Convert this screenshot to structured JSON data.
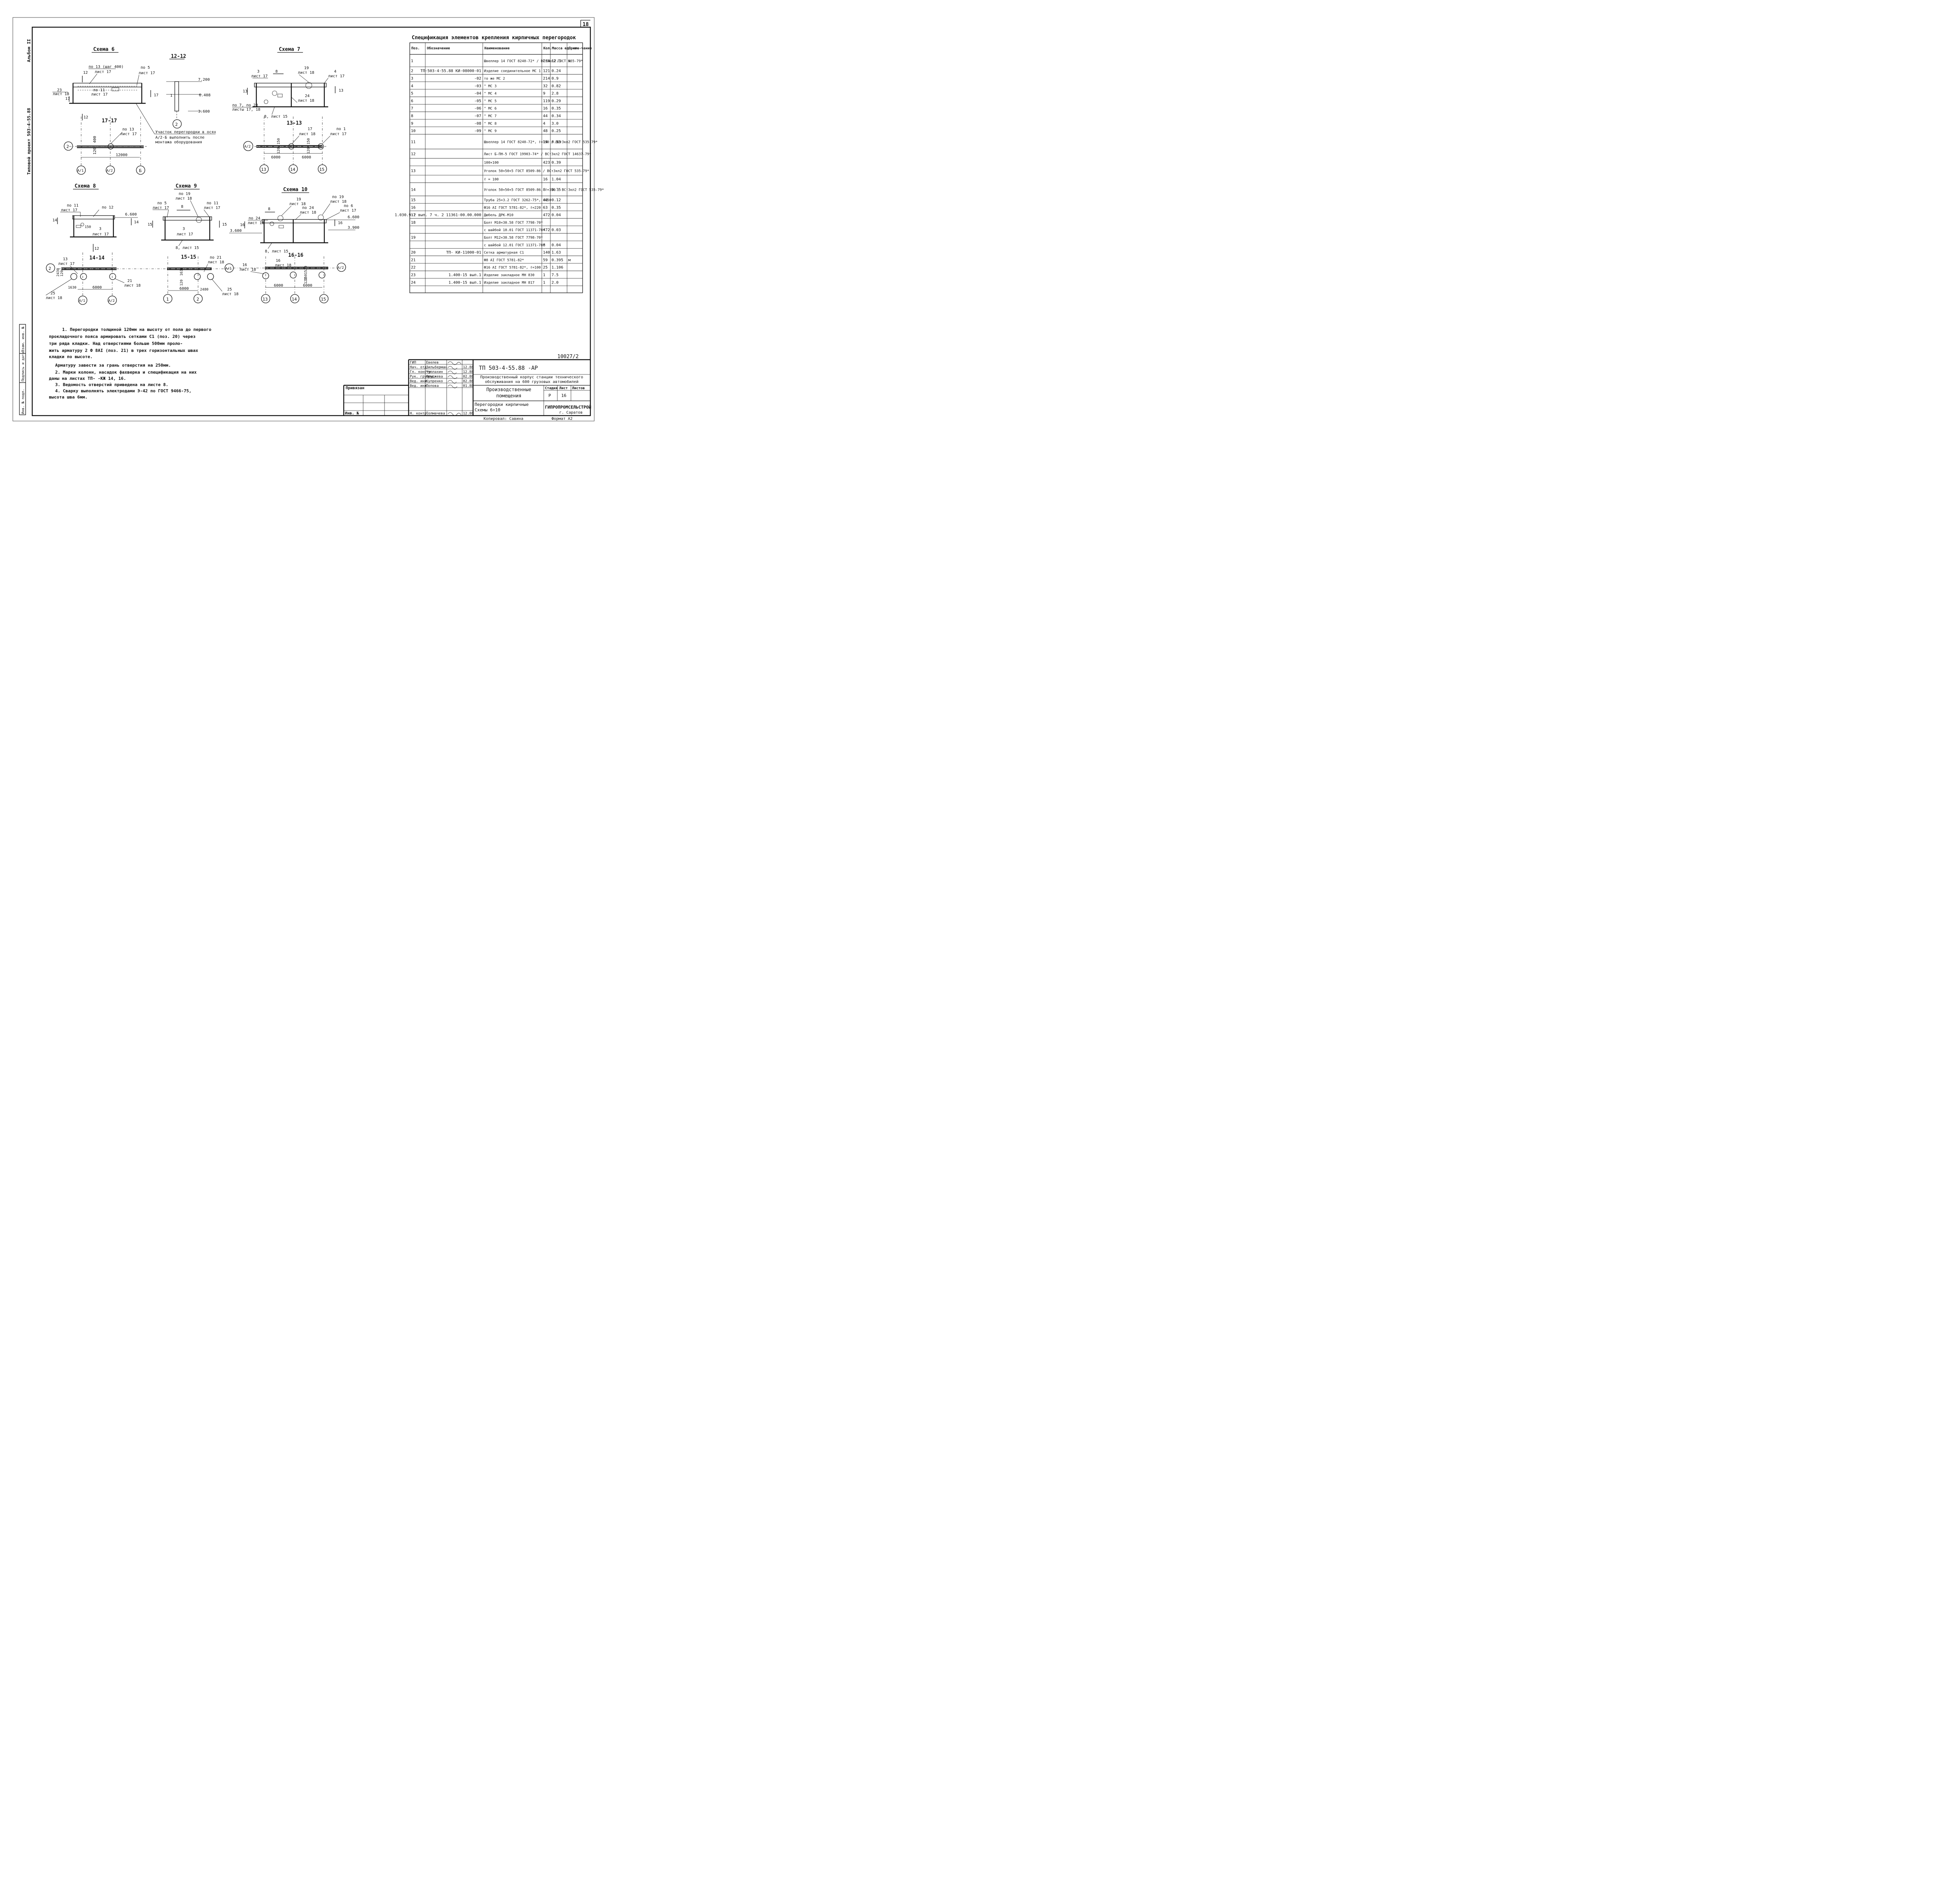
{
  "sheet_number": "18",
  "album_label": "Альбом II",
  "project_label": "Типовой проект   503-4-55.88",
  "specification": {
    "title": "Спецификация элементов крепления кирпичных перегородок",
    "headers": [
      "Поз.",
      "Обозначение",
      "Наименование",
      "Кол.",
      "Масса ед. кг.",
      "Приме-чание"
    ],
    "rows": [
      [
        "1",
        "",
        "Швеллер 14 ГОСТ 8240-72* / ВСт3кп2 ГОСТ 535-79*",
        "234",
        "12.3",
        "м"
      ],
      [
        "2",
        "ТП-503-4-55.88 КИ-08000-01",
        "Изделие соединительное МС 1",
        "121",
        "0.24",
        ""
      ],
      [
        "3",
        "-02",
        "то же   МС 2",
        "214",
        "0.9",
        ""
      ],
      [
        "4",
        "-03",
        "\"   МС 3",
        "32",
        "0.82",
        ""
      ],
      [
        "5",
        "-04",
        "\"   МС 4",
        "9",
        "2.8",
        ""
      ],
      [
        "6",
        "-05",
        "\"   МС 5",
        "119",
        "0.29",
        ""
      ],
      [
        "7",
        "-06",
        "\"   МС 6",
        "16",
        "0.35",
        ""
      ],
      [
        "8",
        "-07",
        "\"   МС 7",
        "44",
        "0.34",
        ""
      ],
      [
        "9",
        "-08",
        "\"   МС 8",
        "4",
        "3.0",
        ""
      ],
      [
        "10",
        "-09",
        "\"   МС 9",
        "48",
        "0.25",
        ""
      ],
      [
        "11",
        "",
        "Швеллер 14 ГОСТ 8240-72*, ℓ=150 / ВСт3кп2 ГОСТ 535-79*",
        "14",
        "0.18",
        ""
      ],
      [
        "12",
        "",
        "Лист Б-ПН-5 ГОСТ 19903-74* / ВСт3кп2 ГОСТ 14637-79*",
        "",
        "",
        ""
      ],
      [
        "",
        "",
        "100×100",
        "423",
        "0.39",
        ""
      ],
      [
        "13",
        "",
        "Уголок 50×50×5 ГОСТ 8509-86 / ВСт3кп2 ГОСТ 535-79*",
        "",
        "",
        ""
      ],
      [
        "",
        "",
        "ℓ = 100",
        "16",
        "1.04",
        ""
      ],
      [
        "14",
        "",
        "Уголок 50×50×5 ГОСТ 8509-86, ℓ=350 / ВСт3кп2 ГОСТ 535-79*",
        "8",
        "0.75",
        ""
      ],
      [
        "15",
        "",
        "Труба 25×3.2 ГОСТ 3262-75*, ℓ=50",
        "48",
        "0.12",
        ""
      ],
      [
        "16",
        "",
        "Ф16 АI ГОСТ 5781-82*, ℓ=220",
        "63",
        "0.35",
        ""
      ],
      [
        "17",
        "1.030.9-2 вып. 7 ч. 2 11361-00.00.000",
        "Дюбель ДРК-М10",
        "472",
        "0.04",
        ""
      ],
      [
        "18",
        "",
        "Болт М10×30.58 ГОСТ 7798-70*",
        "",
        "",
        ""
      ],
      [
        "",
        "",
        "с шайбой 10.01 ГОСТ 11371-78*",
        "472",
        "0.03",
        ""
      ],
      [
        "19",
        "",
        "Болт М12×30.58 ГОСТ 7798-70*",
        "",
        "",
        ""
      ],
      [
        "",
        "",
        "с шайбой 12.01 ГОСТ 11371-78*",
        "8",
        "0.04",
        ""
      ],
      [
        "20",
        "ТП-   КИ-11000-01",
        "Сетка арматурная С1",
        "140",
        "1.63",
        ""
      ],
      [
        "21",
        "",
        "Ф8 АI ГОСТ 5781-82*",
        "59",
        "0.395",
        "м"
      ],
      [
        "22",
        "",
        "Ф16 АI ГОСТ 5781-82*, ℓ=100",
        "25",
        "1.106",
        ""
      ],
      [
        "23",
        "1.400-15 вып.1",
        "Изделие закладное МН 830",
        "1",
        "7.5",
        ""
      ],
      [
        "24",
        "1.400-15 вып.1",
        "Изделие закладное МН 817",
        "1",
        "2.0",
        ""
      ]
    ]
  },
  "schemes": {
    "s6": {
      "title": "Схема 6",
      "section": "12-12",
      "section2": "17-17",
      "labels": [
        "по 13 (шаг 400)",
        "лист 17",
        "по 5",
        "лист 17",
        "12",
        "23",
        "лист 18",
        "по 11",
        "лист 17",
        "17",
        "17",
        "12",
        "7.200",
        "6.408",
        "3.600",
        "1"
      ],
      "note": [
        "Участок перегородки в осях",
        "А/2-Б выполнить после",
        "монтажа оборудования"
      ],
      "dims": [
        "400",
        "120",
        "12000",
        "по 13",
        "лист 17"
      ],
      "axes": [
        "2",
        "А/1",
        "А/2",
        "Б",
        "2"
      ]
    },
    "s7": {
      "title": "Схема 7",
      "section": "13-13",
      "labels": [
        "3",
        "лист 17",
        "8",
        "19",
        "лист 18",
        "4",
        "лист 17",
        "13",
        "13",
        "24",
        "лист 18",
        "по 7, по 23",
        "листы 17, 18",
        "8, лист 15",
        "17",
        "лист 18",
        "по 1",
        "лист 17",
        "150",
        "120",
        "150",
        "120"
      ],
      "dims": [
        "6000",
        "6000"
      ],
      "axes": [
        "А/2",
        "13",
        "14",
        "15"
      ]
    },
    "s8": {
      "title": "Схема 8",
      "section": "14-14",
      "labels": [
        "по 11",
        "лист 17",
        "по 12",
        "6.600",
        "14",
        "14",
        "150",
        "3",
        "лист 17",
        "12",
        "13",
        "лист 17",
        "21",
        "лист 18",
        "25",
        "лист 18",
        "1630",
        "2430",
        "120"
      ],
      "dims": [
        "6000"
      ],
      "axes": [
        "2",
        "А/1",
        "А/2"
      ]
    },
    "s9": {
      "title": "Схема 9",
      "section": "15-15",
      "labels": [
        "по 19",
        "лист 18",
        "по 5",
        "лист 17",
        "8",
        "по 11",
        "лист 17",
        "15",
        "15",
        "3",
        "лист 17",
        "8, лист 15",
        "по 21",
        "лист 18",
        "1630",
        "120",
        "2480",
        "25",
        "лист 18"
      ],
      "dims": [
        "6000"
      ],
      "axes": [
        "1",
        "2",
        "А/1"
      ]
    },
    "s10": {
      "title": "Схема 10",
      "section": "16-16",
      "labels": [
        "19",
        "лист 18",
        "8",
        "по 24",
        "лист 18",
        "по 19",
        "лист 18",
        "по 6",
        "лист 17",
        "по 24",
        "лист 18",
        "16",
        "16",
        "6.600",
        "3.600",
        "3.900",
        "8, лист 15",
        "16",
        "лист 18",
        "16",
        "лист 18",
        "1520",
        "120",
        "150"
      ],
      "dims": [
        "6000",
        "6000"
      ],
      "axes": [
        "А/2",
        "13",
        "14",
        "15"
      ]
    }
  },
  "notes": [
    "1. Перегородки толщиной 120мм на высоту от пола до первого",
    "прокладочного пояса армировать сетками С1 (поз. 20) через",
    "три ряда кладки. Над отверстиями больше 500мм проло-",
    "жить арматуру 2 Ф 8АI (поз. 21) в трех горизонтальных швах",
    "кладки по высоте.",
    "Арматуру завести за грань отверстия на 250мм.",
    "2. Марки колонн, насадок фахверка и спецификация на них",
    "даны на листах ТП-          -КЖ 14, 16.",
    "3. Ведомость отверстий приведена на листе 8.",
    "4. Сварку выполнять электродами Э-42 по ГОСТ 9466-75,",
    "высота шва 6мм."
  ],
  "side_stamp": [
    "Инв. № подл.",
    "Подпись и дата",
    "Взам. инв. №"
  ],
  "title_block": {
    "doc_number": "10027/2",
    "code": "ТП    503-4-55.88         -АР",
    "roles": [
      "ГИП",
      "Нач. отд.",
      "Гл. констр.",
      "Рук. группы",
      "Вед. инж.",
      "Вед. инж.",
      "Н. контр."
    ],
    "names": [
      "Евелев",
      "Зильберман",
      "Чуплахин",
      "Оруджева",
      "Купренко",
      "Попова",
      "Толмачева"
    ],
    "dates": [
      "12.88",
      "12.88",
      "02.88",
      "02.88",
      "12.88",
      "01.88",
      "12.88"
    ],
    "object": "Производственный корпус станции технического обслуживания на 600 грузовых автомобилей",
    "building": "Производственные помещения",
    "sheet_title": "Перегородки кирпичные Схемы 6÷10",
    "stage_label": "Стадия",
    "sheet_label": "Лист",
    "sheets_label": "Листов",
    "stage": "Р",
    "sheet": "16",
    "sheets": "",
    "org": "ГИПРОПРОМСЕЛЬСТРОЙ",
    "city": "г. Саратов",
    "linked": "Привязан",
    "inv": "Инв. №",
    "copied": "Копировал: Савина",
    "format": "Формат А2"
  }
}
